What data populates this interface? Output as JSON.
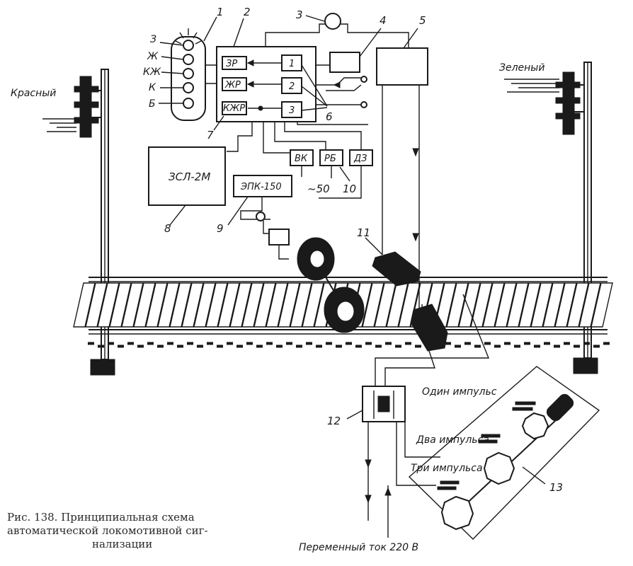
{
  "figure": {
    "caption_lines": [
      "Рис. 138. Принципиальная схема",
      "автоматической локомотивной сиг-",
      "нализации"
    ]
  },
  "signals": {
    "left_label": "Красный",
    "right_label": "Зеленый"
  },
  "lamp_panel": {
    "number": "1",
    "lamps": [
      "З",
      "Ж",
      "КЖ",
      "К",
      "Б"
    ]
  },
  "relay_block": {
    "number": "2",
    "relays": [
      "ЗР",
      "ЖР",
      "КЖР"
    ],
    "decoders": [
      "1",
      "2",
      "3"
    ],
    "decoder_number": "6",
    "relay_number": "7"
  },
  "whistle": {
    "number": "3"
  },
  "amplifier": {
    "number": "4"
  },
  "pickup_unit": {
    "number": "5"
  },
  "controls": {
    "buttons": [
      "ВК",
      "РБ",
      "ДЗ"
    ],
    "number": "10",
    "voltage": "~50"
  },
  "speed_device": {
    "label": "ЗСЛ-2М",
    "number": "8"
  },
  "brake_valve": {
    "label": "ЭПК-150",
    "number": "9"
  },
  "coils": {
    "number": "11"
  },
  "transmitter": {
    "number": "12",
    "cam_number": "13",
    "pulses": [
      "Один импульс",
      "Два импульса",
      "Три импульса"
    ],
    "supply": "Переменный ток 220 В"
  }
}
